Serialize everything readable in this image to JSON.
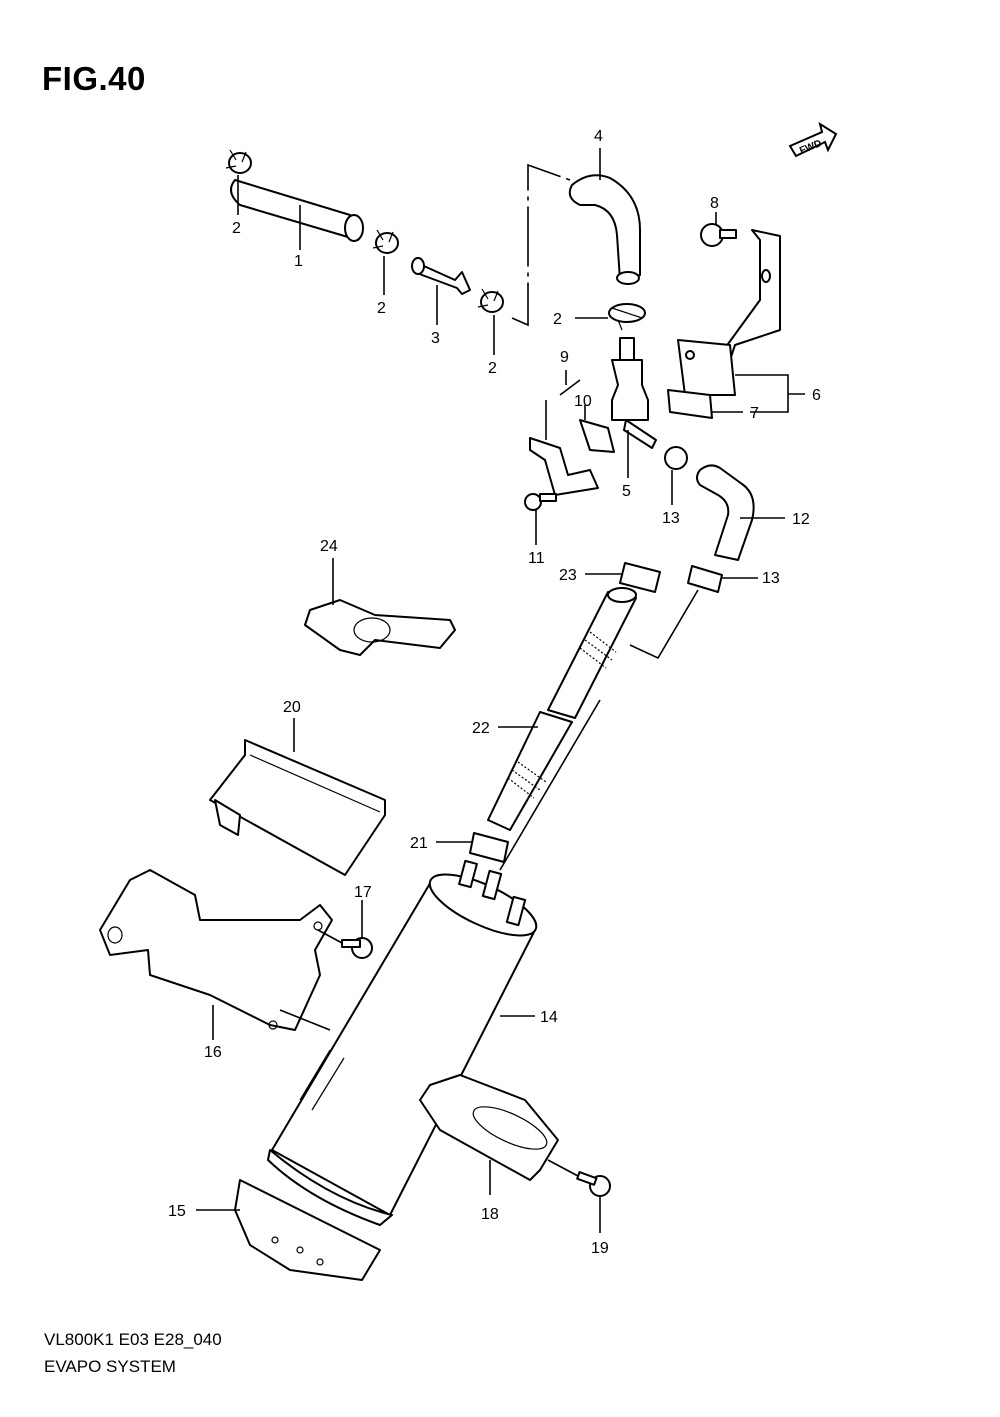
{
  "figure": {
    "title": "FIG.40",
    "fwd_label": "FWD"
  },
  "footer": {
    "code": "VL800K1 E03 E28_040",
    "name": "EVAPO SYSTEM"
  },
  "callouts": {
    "n1": "1",
    "n2a": "2",
    "n2b": "2",
    "n2c": "2",
    "n2d": "2",
    "n3": "3",
    "n4": "4",
    "n5": "5",
    "n6": "6",
    "n7": "7",
    "n8": "8",
    "n9": "9",
    "n10": "10",
    "n11": "11",
    "n12": "12",
    "n13a": "13",
    "n13b": "13",
    "n14": "14",
    "n15": "15",
    "n16": "16",
    "n17": "17",
    "n18": "18",
    "n19": "19",
    "n20": "20",
    "n21": "21",
    "n22": "22",
    "n23": "23",
    "n24": "24"
  }
}
